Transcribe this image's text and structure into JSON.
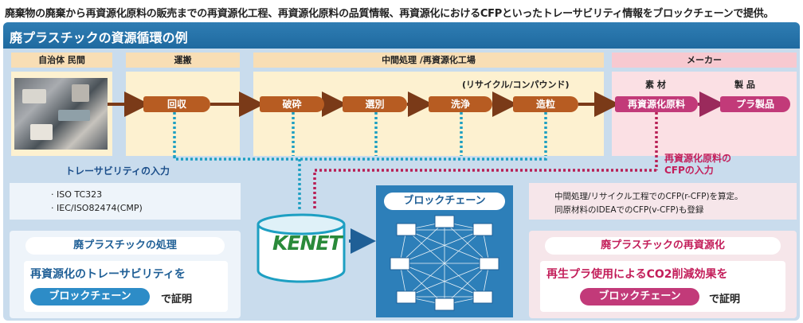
{
  "caption": "廃棄物の廃棄から再資源化原料の販売までの再資源化工程、再資源化原料の品質情報、再資源化におけるCFPといったトレーサビリティ情報をブロックチェーンで提供。",
  "title": "廃プラスチックの資源循環の例",
  "headers": {
    "municipality": "自治体 民間",
    "transport": "運搬",
    "processing": "中間処理 /再資源化工場",
    "maker": "メーカー"
  },
  "sub_headers": {
    "recycle_compound": "(リサイクル/コンパウンド)",
    "material": "素 材",
    "product": "製 品"
  },
  "steps": [
    "回収",
    "破砕",
    "選別",
    "洗浄",
    "造粒",
    "再資源化原料",
    "プラ製品"
  ],
  "notes": {
    "traceability_input": "トレーサビリティの入力",
    "cfp_input_line1": "再資源化原料の",
    "cfp_input_line2": "CFPの入力"
  },
  "standards": [
    "ISO TC323",
    "IEC/ISO82474(CMP)"
  ],
  "cfp_text": [
    "中間処理/リサイクル工程でのCFP(r-CFP)を算定。",
    "同原材料のIDEAでのCFP(v-CFP)も登録"
  ],
  "kenet": "KENET",
  "blockchain": "ブロックチェーン",
  "left_card": {
    "title": "廃プラスチックの処理",
    "line1": "再資源化のトレーサビリティを",
    "pill": "ブロックチェーン",
    "suffix": "で証明"
  },
  "right_card": {
    "title": "廃プラスチックの再資源化",
    "line1": "再生プラ使用によるCO2削減効果を",
    "pill": "ブロックチェーン",
    "suffix": "で証明"
  },
  "colors": {
    "title_bar": "#1f6aa0",
    "panel": "#c9dced",
    "step_brown": "#b75c22",
    "step_pink": "#c23a79",
    "dotted_teal": "#1d9fc2",
    "dotted_red": "#b81f55",
    "blockchain_bg": "#2d7fb9"
  }
}
